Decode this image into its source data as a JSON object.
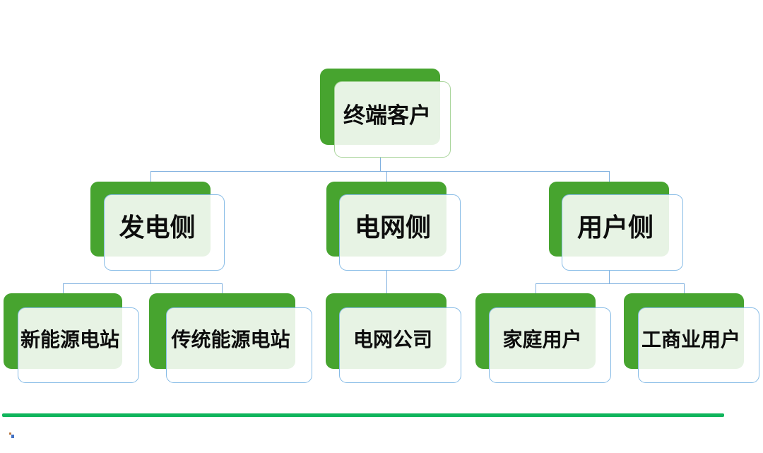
{
  "diagram": {
    "type": "org-chart",
    "nodes": [
      {
        "id": "root",
        "level": 1,
        "label": "终端客户"
      },
      {
        "id": "generation",
        "level": 2,
        "label": "发电侧"
      },
      {
        "id": "grid",
        "level": 2,
        "label": "电网侧"
      },
      {
        "id": "user",
        "level": 2,
        "label": "用户侧"
      },
      {
        "id": "new-energy",
        "level": 3,
        "label": "新能源电站"
      },
      {
        "id": "traditional",
        "level": 3,
        "label": "传统能源电站"
      },
      {
        "id": "grid-company",
        "level": 3,
        "label": "电网公司"
      },
      {
        "id": "household",
        "level": 3,
        "label": "家庭用户"
      },
      {
        "id": "industrial",
        "level": 3,
        "label": "工商业用户"
      }
    ],
    "edges": [
      {
        "from": "root",
        "to": "generation"
      },
      {
        "from": "root",
        "to": "grid"
      },
      {
        "from": "root",
        "to": "user"
      },
      {
        "from": "generation",
        "to": "new-energy"
      },
      {
        "from": "generation",
        "to": "traditional"
      },
      {
        "from": "grid",
        "to": "grid-company"
      },
      {
        "from": "user",
        "to": "household"
      },
      {
        "from": "user",
        "to": "industrial"
      }
    ],
    "colors": {
      "node_back_green": "#47A42F",
      "node_front_fill": "rgba(255,255,255,0.87)",
      "node_front_border_blue": "#86BBE6",
      "root_front_border_green": "#A8D49A",
      "connector_blue": "#7FB0DF",
      "footer_rule_green": "#10B55C",
      "text": "#0d0d0d",
      "background": "#FFFFFF"
    }
  }
}
